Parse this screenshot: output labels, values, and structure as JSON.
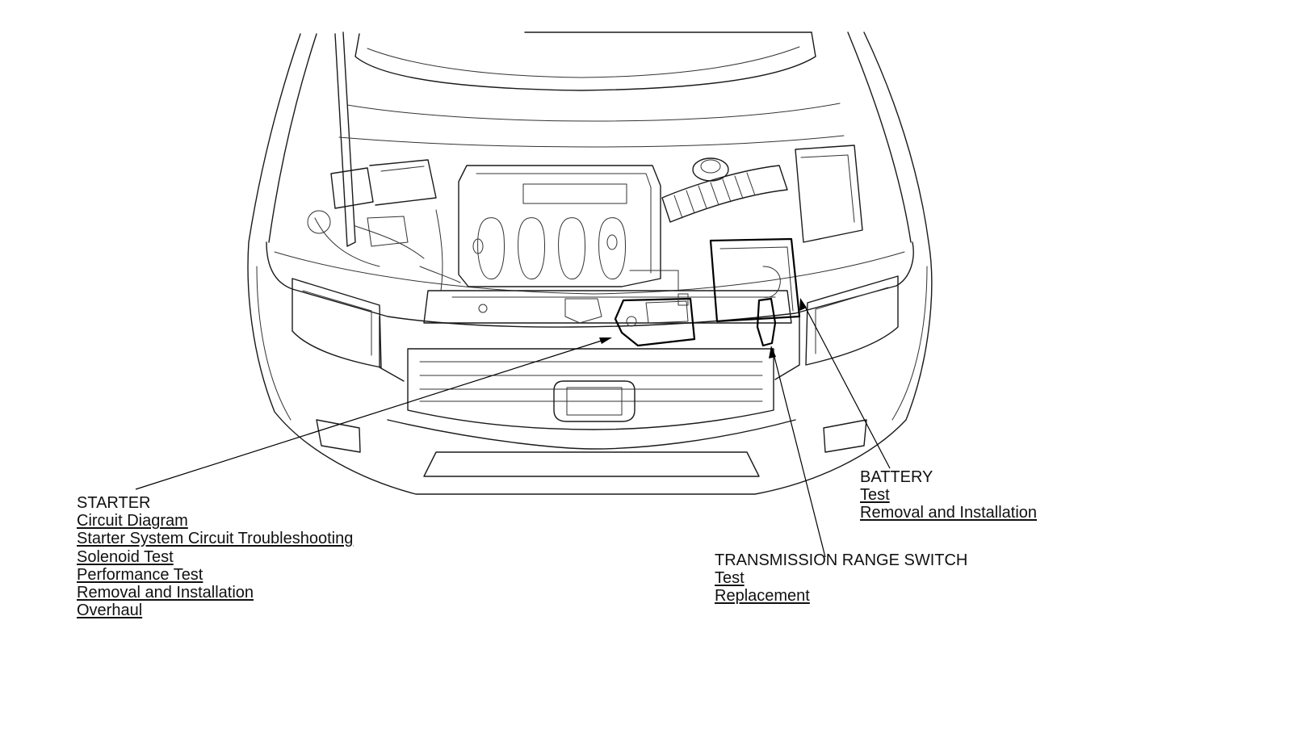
{
  "diagram": {
    "callouts": {
      "starter": {
        "heading": "STARTER",
        "links": [
          "Circuit Diagram",
          "Starter System Circuit Troubleshooting",
          "Solenoid Test",
          "Performance Test",
          "Removal and Installation",
          "Overhaul"
        ]
      },
      "battery": {
        "heading": "BATTERY",
        "links": [
          "Test",
          "Removal and Installation"
        ]
      },
      "transmission_range_switch": {
        "heading": "TRANSMISSION RANGE SWITCH",
        "links": [
          "Test",
          "Replacement"
        ]
      }
    }
  }
}
